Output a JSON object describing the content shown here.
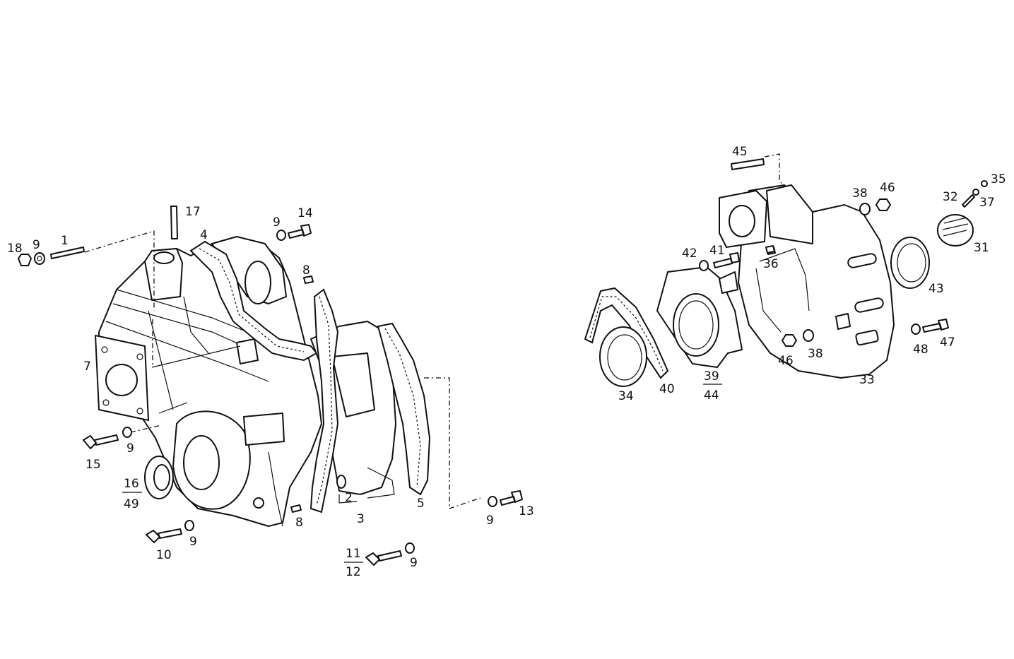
{
  "callouts": {
    "c1": "1",
    "c2": "2",
    "c3": "3",
    "c4": "4",
    "c5": "5",
    "c7": "7",
    "c8a": "8",
    "c8b": "8",
    "c9a": "9",
    "c9b": "9",
    "c9c": "9",
    "c9d": "9",
    "c9e": "9",
    "c9f": "9",
    "c10": "10",
    "c11": "11",
    "c12": "12",
    "c13": "13",
    "c14": "14",
    "c15": "15",
    "c16": "16",
    "c49": "49",
    "c17": "17",
    "c18": "18",
    "c31": "31",
    "c32": "32",
    "c33": "33",
    "c34": "34",
    "c35": "35",
    "c36": "36",
    "c37": "37",
    "c38a": "38",
    "c38b": "38",
    "c39": "39",
    "c44": "44",
    "c40": "40",
    "c41": "41",
    "c42": "42",
    "c43": "43",
    "c45": "45",
    "c46a": "46",
    "c46b": "46",
    "c47": "47",
    "c48": "48"
  }
}
